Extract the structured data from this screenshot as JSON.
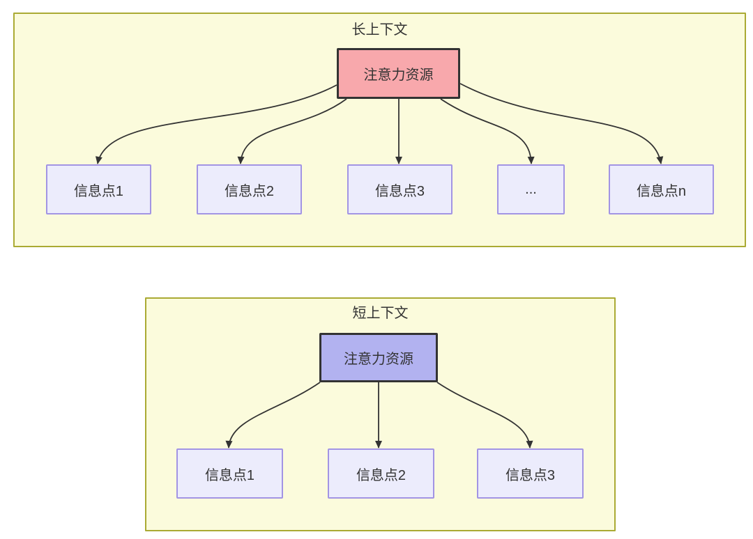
{
  "diagram_type": "flowchart-comparison",
  "long_context": {
    "title": "长上下文",
    "root": {
      "label": "注意力资源",
      "fill": "#f8a8ac"
    },
    "children": [
      {
        "label": "信息点1"
      },
      {
        "label": "信息点2"
      },
      {
        "label": "信息点3"
      },
      {
        "label": "..."
      },
      {
        "label": "信息点n"
      }
    ]
  },
  "short_context": {
    "title": "短上下文",
    "root": {
      "label": "注意力资源",
      "fill": "#b2b2f0"
    },
    "children": [
      {
        "label": "信息点1"
      },
      {
        "label": "信息点2"
      },
      {
        "label": "信息点3"
      }
    ]
  },
  "colors": {
    "panel_fill": "#fbfbdc",
    "panel_border": "#aaaa33",
    "long_root_fill": "#f8a8ac",
    "short_root_fill": "#b2b2f0",
    "child_fill": "#ececfc",
    "child_border": "#a294e4",
    "root_border": "#333333",
    "arrow": "#333333",
    "text": "#333333"
  }
}
